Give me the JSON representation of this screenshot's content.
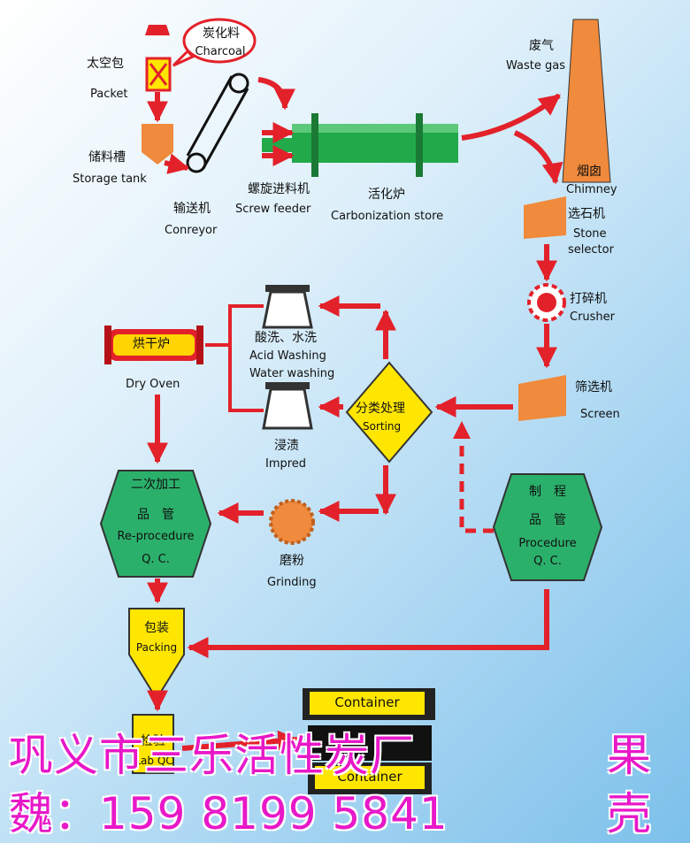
{
  "nodes": {
    "packet": {
      "cn": "太空包",
      "en": "Packet"
    },
    "charcoal": {
      "cn": "炭化料",
      "en": "Charcoal"
    },
    "storage": {
      "cn": "储料槽",
      "en": "Storage tank"
    },
    "conveyor": {
      "cn": "输送机",
      "en": "Conreyor"
    },
    "screw": {
      "cn": "螺旋进料机",
      "en": "Screw feeder"
    },
    "carbon": {
      "cn": "活化炉",
      "en": "Carbonization store"
    },
    "waste": {
      "cn": "废气",
      "en": "Waste gas"
    },
    "chimney": {
      "cn": "烟囱",
      "en": "Chimney"
    },
    "stone": {
      "cn": "选石机",
      "en1": "Stone",
      "en2": "selector"
    },
    "crusher": {
      "cn": "打碎机",
      "en": "Crusher"
    },
    "screen": {
      "cn": "筛选机",
      "en": "Screen"
    },
    "acid": {
      "cn": "酸洗、水洗",
      "en1": "Acid Washing",
      "en2": "Water washing"
    },
    "dryoven": {
      "cn": "烘干炉",
      "en": "Dry Oven"
    },
    "sorting": {
      "cn": "分类处理",
      "en": "Sorting"
    },
    "impred": {
      "cn": "浸渍",
      "en": "Impred"
    },
    "procedure": {
      "cn1": "制　程",
      "cn2": "品　管",
      "en1": "Procedure",
      "en2": "Q. C."
    },
    "reprocedure": {
      "cn1": "二次加工",
      "cn2": "品　管",
      "en1": "Re-procedure",
      "en2": "Q. C."
    },
    "grinding": {
      "cn": "磨粉",
      "en": "Grinding"
    },
    "packing": {
      "cn": "包装",
      "en": "Packing"
    },
    "labqc": {
      "cn": "检验",
      "en": "Lab QC"
    },
    "container": {
      "top": "Container",
      "bottom": "Container"
    }
  },
  "watermark": {
    "line1": "巩义市三乐活性炭厂",
    "line1_end": "果",
    "line2": "魏：159 8199 5841",
    "line2_end": "壳"
  },
  "colors": {
    "arrow": "#e3212a",
    "equipment": "#f08a3c",
    "rotary": "#22a94a",
    "hexagon": "#2bb06b",
    "diamond": "#ffe600",
    "watermark": "#e818c8"
  }
}
